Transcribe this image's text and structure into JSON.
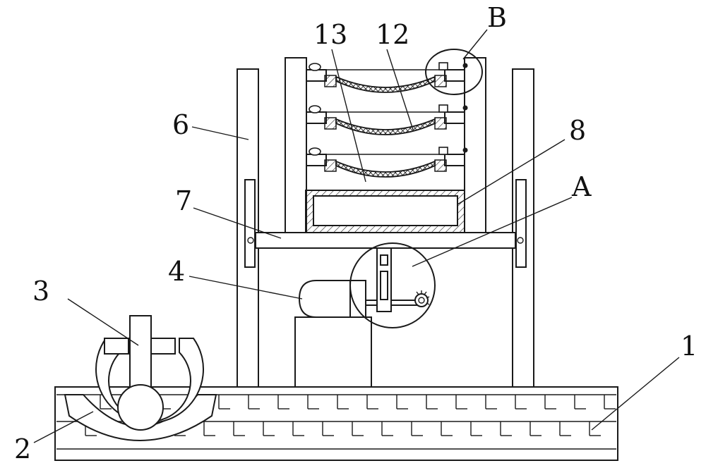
{
  "labels": {
    "part_1": "1",
    "part_2": "2",
    "part_3": "3",
    "part_4": "4",
    "part_6": "6",
    "part_7": "7",
    "part_8": "8",
    "part_12": "12",
    "part_13": "13",
    "detail_a": "A",
    "detail_b": "B"
  }
}
